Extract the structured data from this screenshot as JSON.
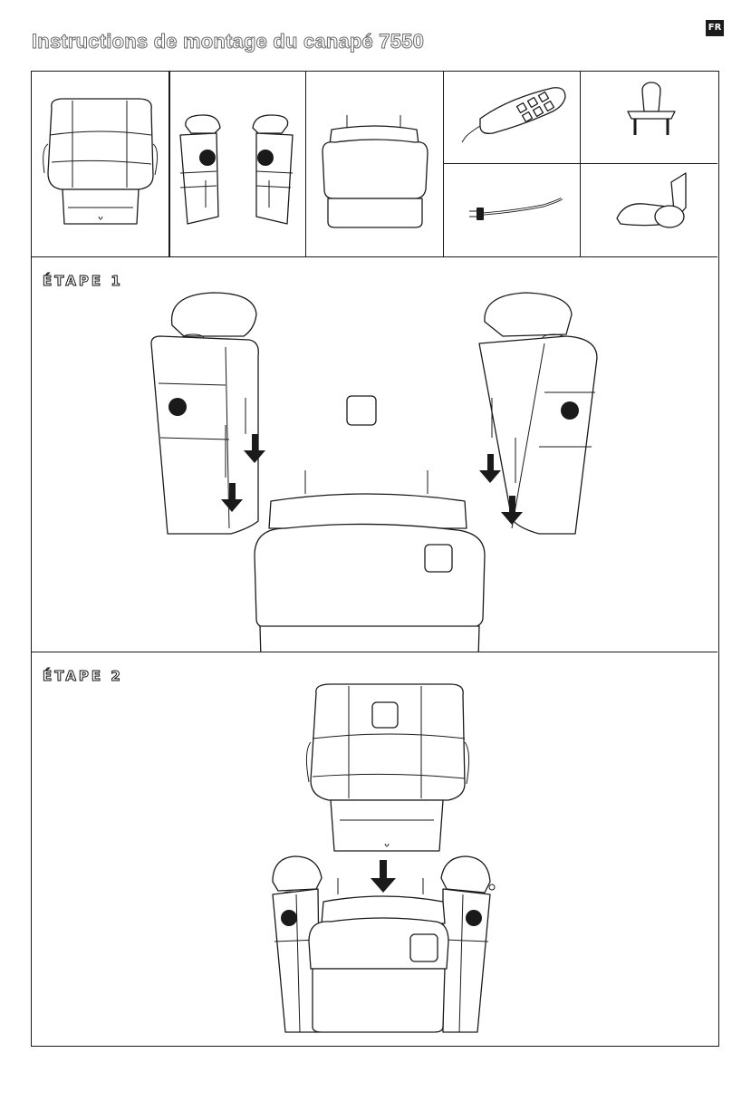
{
  "title": "Instructions de montage du canapé 7550",
  "language_badge": "FR",
  "steps": [
    {
      "label": "ÉTAPE 1"
    },
    {
      "label": "ÉTAPE 2"
    }
  ],
  "parts": [
    {
      "icon": "backrest-icon"
    },
    {
      "icon": "armrests-icon"
    },
    {
      "icon": "seat-base-icon"
    },
    {
      "icon": "remote-control-icon"
    },
    {
      "icon": "power-cord-icon"
    },
    {
      "icon": "bracket-icon"
    },
    {
      "icon": "cup-holder-icon"
    }
  ]
}
